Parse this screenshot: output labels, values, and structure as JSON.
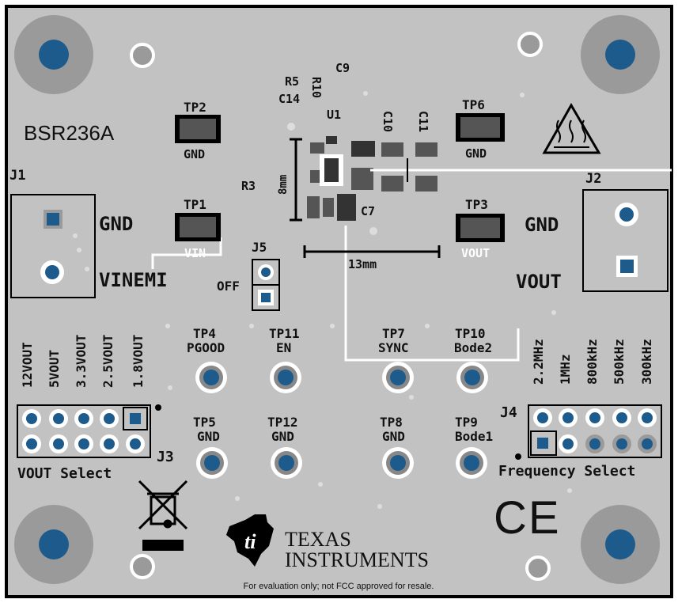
{
  "board": {
    "title": "BSR236A",
    "footer": "For evaluation only; not FCC approved for resale.",
    "colors": {
      "pcb": "#c2c2c2",
      "pad": "#1d5b8c",
      "silk": "#111111",
      "outline": "#000000"
    }
  },
  "connectors": {
    "j1": {
      "ref": "J1",
      "pin_top": "GND",
      "pin_bottom": "VINEMI"
    },
    "j2": {
      "ref": "J2",
      "pin_top": "GND",
      "pin_bottom": "VOUT"
    },
    "j3": {
      "ref": "J3",
      "title": "VOUT Select",
      "options": [
        "12VOUT",
        "5VOUT",
        "3.3VOUT",
        "2.5VOUT",
        "1.8VOUT"
      ]
    },
    "j4": {
      "ref": "J4",
      "title": "Frequency Select",
      "options": [
        "2.2MHz",
        "1MHz",
        "800kHz",
        "500kHz",
        "300kHz"
      ]
    },
    "j5": {
      "ref": "J5",
      "label": "OFF"
    }
  },
  "smd_testpoints": [
    {
      "ref": "TP2",
      "label": "GND"
    },
    {
      "ref": "TP1",
      "label": "VIN"
    },
    {
      "ref": "TP6",
      "label": "GND"
    },
    {
      "ref": "TP3",
      "label": "VOUT"
    }
  ],
  "through_testpoints": [
    {
      "ref": "TP4",
      "label": "PGOOD"
    },
    {
      "ref": "TP11",
      "label": "EN"
    },
    {
      "ref": "TP7",
      "label": "SYNC"
    },
    {
      "ref": "TP10",
      "label": "Bode2"
    },
    {
      "ref": "TP5",
      "label": "GND"
    },
    {
      "ref": "TP12",
      "label": "GND"
    },
    {
      "ref": "TP8",
      "label": "GND"
    },
    {
      "ref": "TP9",
      "label": "Bode1"
    }
  ],
  "components": {
    "u1": "U1",
    "c9": "C9",
    "r5": "R5",
    "r10": "R10",
    "c14": "C14",
    "r3": "R3",
    "c10": "C10",
    "c11": "C11",
    "c7": "C7"
  },
  "dimensions": {
    "vertical": "8mm",
    "horizontal": "13mm"
  },
  "logo": {
    "line1": "TEXAS",
    "line2": "INSTRUMENTS"
  },
  "marks": {
    "ce": "CE",
    "hot_surface_icon": "hot-surface-warning-icon",
    "weee_icon": "crossed-bin-icon"
  }
}
